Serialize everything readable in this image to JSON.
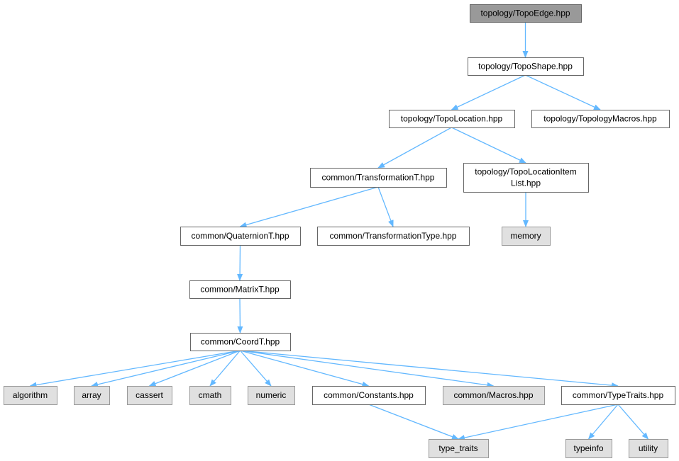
{
  "colors": {
    "edge": "#63b8ff",
    "node_border": "#666666",
    "current_fill": "#999999",
    "system_fill": "#e0e0e0",
    "node_fill": "#ffffff"
  },
  "nodes": [
    {
      "id": "topoedge",
      "lines": [
        "topology/TopoEdge.hpp"
      ],
      "kind": "current"
    },
    {
      "id": "toposhape",
      "lines": [
        "topology/TopoShape.hpp"
      ],
      "kind": "file"
    },
    {
      "id": "topolocation",
      "lines": [
        "topology/TopoLocation.hpp"
      ],
      "kind": "file"
    },
    {
      "id": "topologymacros",
      "lines": [
        "topology/TopologyMacros.hpp"
      ],
      "kind": "file"
    },
    {
      "id": "transformationt",
      "lines": [
        "common/TransformationT.hpp"
      ],
      "kind": "file"
    },
    {
      "id": "topolocationitemlist",
      "lines": [
        "topology/TopoLocationItem",
        "List.hpp"
      ],
      "kind": "file"
    },
    {
      "id": "quaterniont",
      "lines": [
        "common/QuaternionT.hpp"
      ],
      "kind": "file"
    },
    {
      "id": "transformationtype",
      "lines": [
        "common/TransformationType.hpp"
      ],
      "kind": "file"
    },
    {
      "id": "memory",
      "lines": [
        "memory"
      ],
      "kind": "system"
    },
    {
      "id": "matrixt",
      "lines": [
        "common/MatrixT.hpp"
      ],
      "kind": "file"
    },
    {
      "id": "coordt",
      "lines": [
        "common/CoordT.hpp"
      ],
      "kind": "file"
    },
    {
      "id": "algorithm",
      "lines": [
        "algorithm"
      ],
      "kind": "system"
    },
    {
      "id": "array",
      "lines": [
        "array"
      ],
      "kind": "system"
    },
    {
      "id": "cassert",
      "lines": [
        "cassert"
      ],
      "kind": "system"
    },
    {
      "id": "cmath",
      "lines": [
        "cmath"
      ],
      "kind": "system"
    },
    {
      "id": "numeric",
      "lines": [
        "numeric"
      ],
      "kind": "system"
    },
    {
      "id": "constants",
      "lines": [
        "common/Constants.hpp"
      ],
      "kind": "file"
    },
    {
      "id": "macros",
      "lines": [
        "common/Macros.hpp"
      ],
      "kind": "system"
    },
    {
      "id": "typetraits",
      "lines": [
        "common/TypeTraits.hpp"
      ],
      "kind": "file"
    },
    {
      "id": "type_traits",
      "lines": [
        "type_traits"
      ],
      "kind": "system"
    },
    {
      "id": "typeinfo",
      "lines": [
        "typeinfo"
      ],
      "kind": "system"
    },
    {
      "id": "utility",
      "lines": [
        "utility"
      ],
      "kind": "system"
    }
  ],
  "edges": [
    {
      "from": "topoedge",
      "to": "toposhape"
    },
    {
      "from": "toposhape",
      "to": "topolocation"
    },
    {
      "from": "toposhape",
      "to": "topologymacros"
    },
    {
      "from": "topolocation",
      "to": "transformationt"
    },
    {
      "from": "topolocation",
      "to": "topolocationitemlist"
    },
    {
      "from": "transformationt",
      "to": "quaterniont"
    },
    {
      "from": "transformationt",
      "to": "transformationtype"
    },
    {
      "from": "topolocationitemlist",
      "to": "memory"
    },
    {
      "from": "quaterniont",
      "to": "matrixt"
    },
    {
      "from": "matrixt",
      "to": "coordt"
    },
    {
      "from": "coordt",
      "to": "algorithm"
    },
    {
      "from": "coordt",
      "to": "array"
    },
    {
      "from": "coordt",
      "to": "cassert"
    },
    {
      "from": "coordt",
      "to": "cmath"
    },
    {
      "from": "coordt",
      "to": "numeric"
    },
    {
      "from": "coordt",
      "to": "constants"
    },
    {
      "from": "coordt",
      "to": "macros"
    },
    {
      "from": "coordt",
      "to": "typetraits"
    },
    {
      "from": "constants",
      "to": "type_traits"
    },
    {
      "from": "typetraits",
      "to": "type_traits"
    },
    {
      "from": "typetraits",
      "to": "typeinfo"
    },
    {
      "from": "typetraits",
      "to": "utility"
    }
  ]
}
